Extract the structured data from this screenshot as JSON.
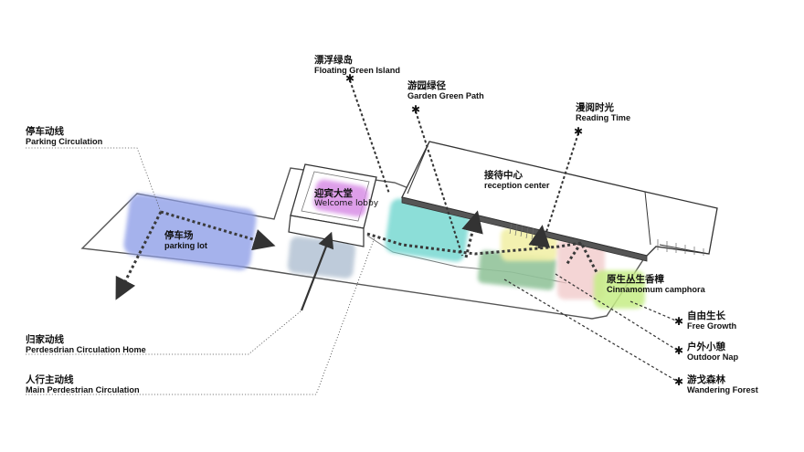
{
  "labels": {
    "floating_island": {
      "cn": "漂浮绿岛",
      "en": "Floating Green Island"
    },
    "garden_path": {
      "cn": "游园绿径",
      "en": "Garden Green Path"
    },
    "reading_time": {
      "cn": "漫阅时光",
      "en": "Reading Time"
    },
    "parking_circulation": {
      "cn": "停车动线",
      "en": "Parking Circulation"
    },
    "reception": {
      "cn": "接待中心",
      "en": "reception center"
    },
    "welcome_lobby": {
      "cn": "迎宾大堂",
      "en": "Welcome lobby"
    },
    "parking_lot": {
      "cn": "停车场",
      "en": "parking lot"
    },
    "camphora": {
      "cn": "原生丛生香樟",
      "en": "Cinnamomum camphora"
    },
    "free_growth": {
      "cn": "自由生长",
      "en": "Free Growth"
    },
    "outdoor_nap": {
      "cn": "户外小憩",
      "en": "Outdoor Nap"
    },
    "wandering_forest": {
      "cn": "游戈森林",
      "en": "Wandering Forest"
    },
    "home_circulation": {
      "cn": "归家动线",
      "en": "Perdesdrian Circulation Home"
    },
    "main_circulation": {
      "cn": "人行主动线",
      "en": "Main Perdestrian Circulation"
    }
  },
  "colors": {
    "parking_zone": "#8f9fe8",
    "gray_zone": "#b8c6d6",
    "lobby_zone": "#d88ee6",
    "island_zone": "#6fd6cf",
    "forest_zone": "#93c49b",
    "reading_zone": "#f2f0a8",
    "pink_zone": "#f1c8c8",
    "camphora_zone": "#c6ee86",
    "line": "#333333"
  },
  "markers": {
    "asterisk": "✱"
  }
}
